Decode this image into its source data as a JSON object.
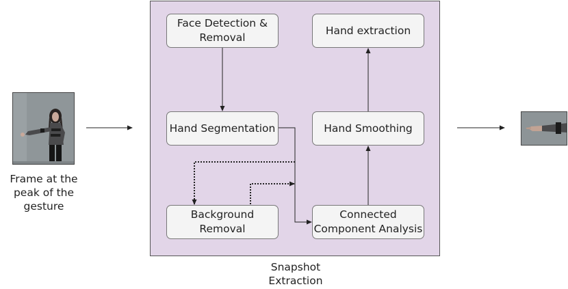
{
  "input_caption": "Frame at the\npeak of the\ngesture",
  "panel_caption": "Snapshot\nExtraction",
  "nodes": {
    "face_detection": "Face Detection &\nRemoval",
    "hand_segmentation": "Hand Segmentation",
    "background_removal": "Background\nRemoval",
    "connected_component": "Connected\nComponent Analysis",
    "hand_smoothing": "Hand Smoothing",
    "hand_extraction": "Hand extraction"
  },
  "colors": {
    "panel_bg": "#e2d5e8",
    "node_bg": "#f4f4f4",
    "arrow": "#222222",
    "photo_bg": "#8f9699"
  }
}
